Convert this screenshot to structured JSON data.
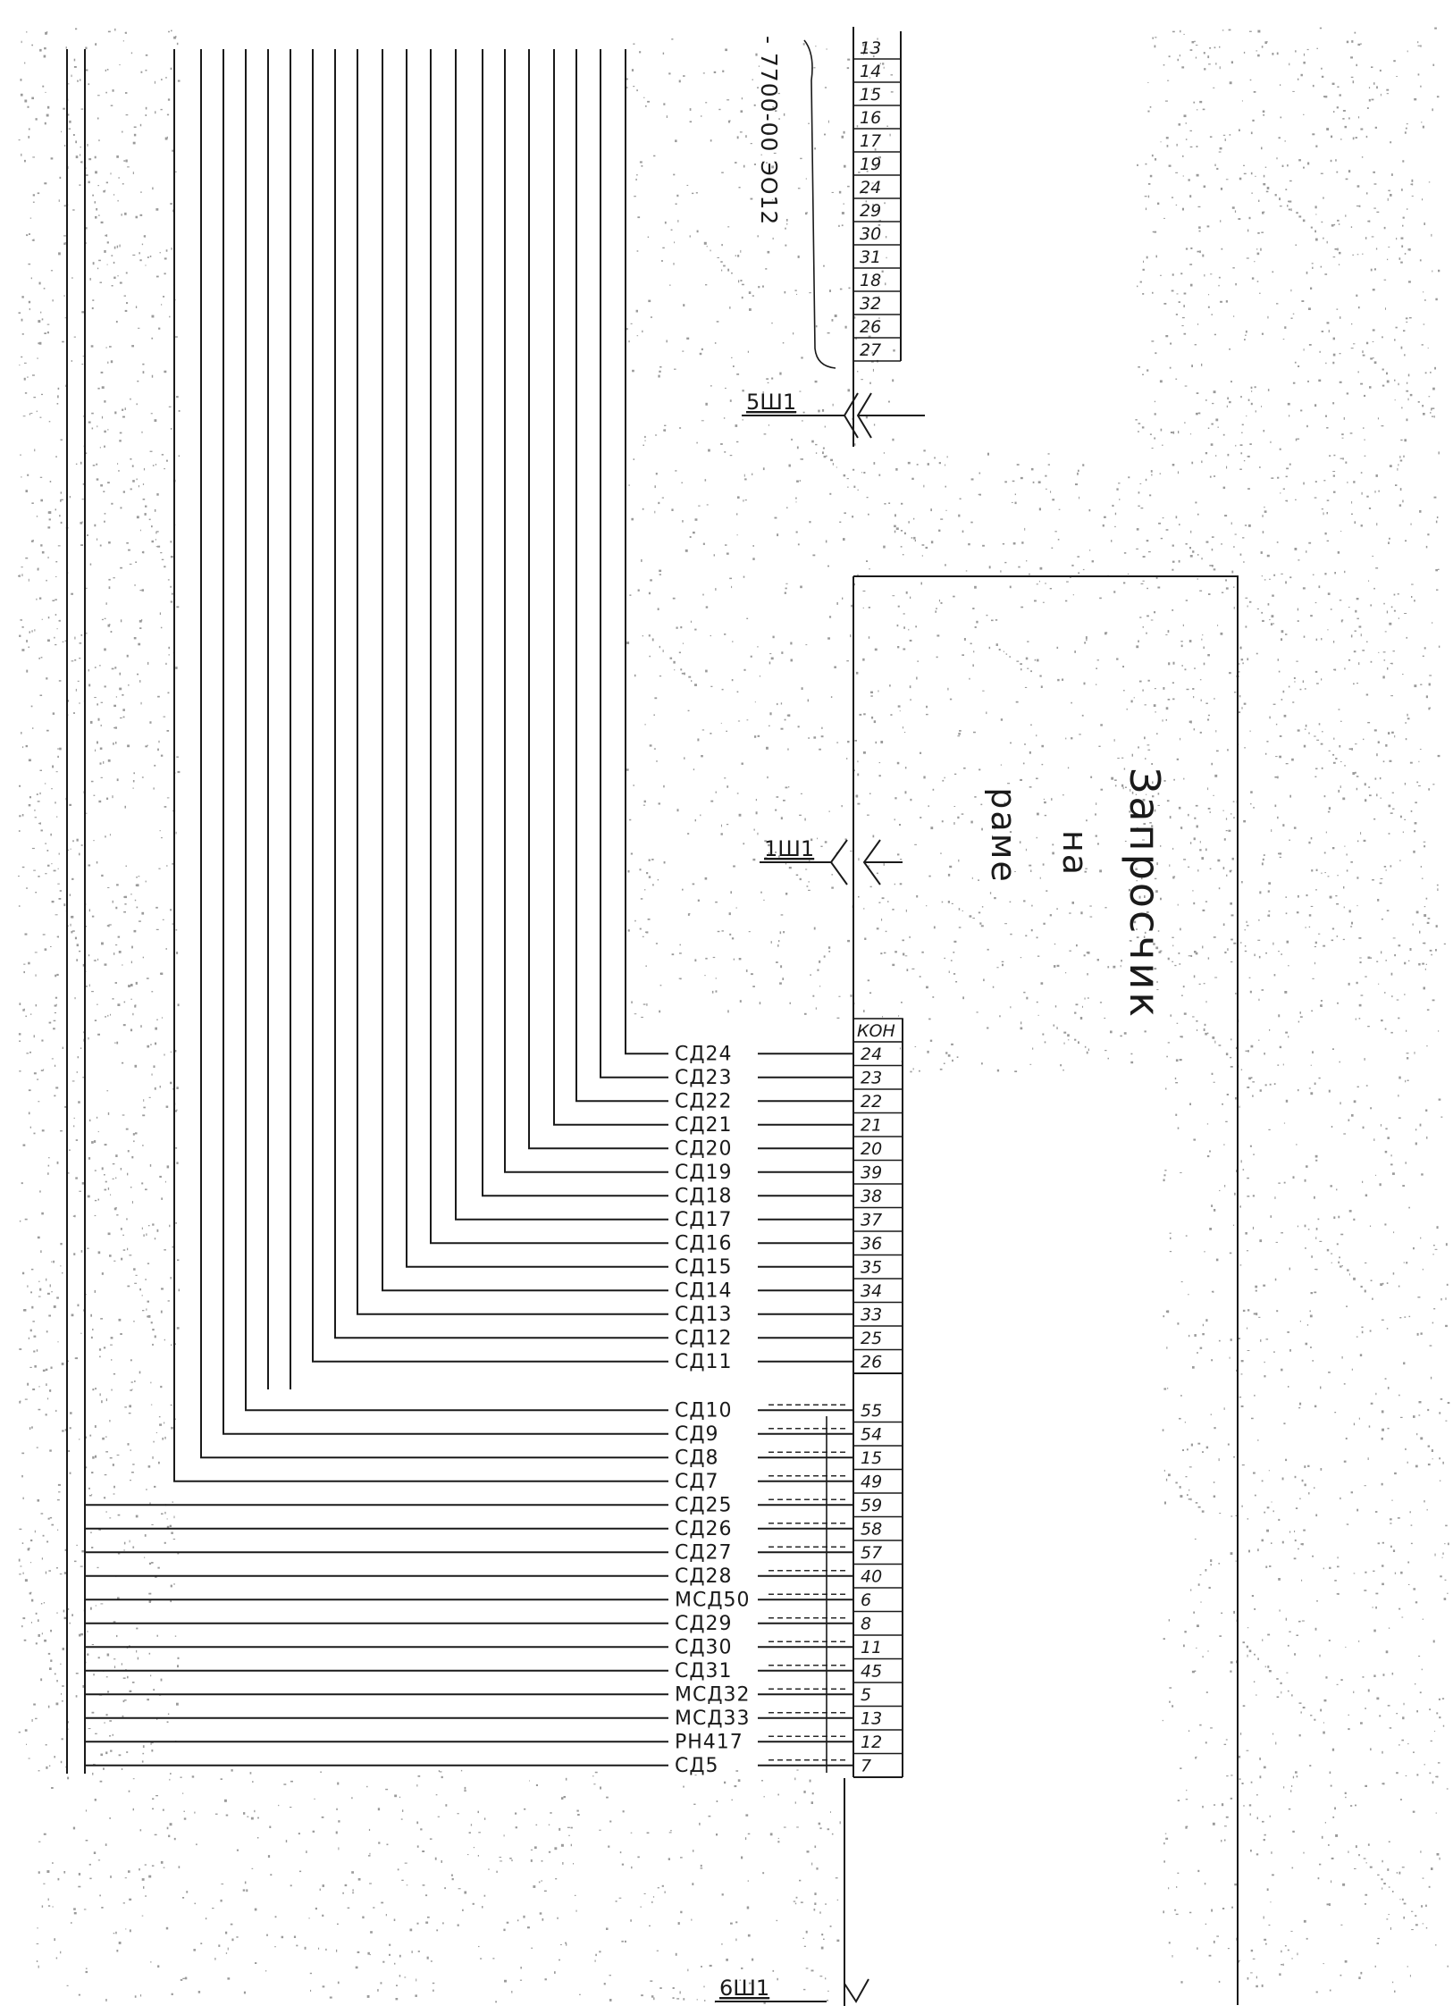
{
  "document_number": "- 7700-00 ЭО12",
  "block": {
    "title": "Запросчик",
    "line2": "на",
    "line3": "раме"
  },
  "connectors": {
    "c5": "5Ш1",
    "c1": "1Ш1",
    "c6": "6Ш1"
  },
  "top_pins": [
    "13",
    "14",
    "15",
    "16",
    "17",
    "19",
    "24",
    "29",
    "30",
    "31",
    "18",
    "32",
    "26",
    "27"
  ],
  "kon_header": "КОН",
  "signals_group1": [
    {
      "label": "СД24",
      "pin": "24"
    },
    {
      "label": "СД23",
      "pin": "23"
    },
    {
      "label": "СД22",
      "pin": "22"
    },
    {
      "label": "СД21",
      "pin": "21"
    },
    {
      "label": "СД20",
      "pin": "20"
    },
    {
      "label": "СД19",
      "pin": "39"
    },
    {
      "label": "СД18",
      "pin": "38"
    },
    {
      "label": "СД17",
      "pin": "37"
    },
    {
      "label": "СД16",
      "pin": "36"
    },
    {
      "label": "СД15",
      "pin": "35"
    },
    {
      "label": "СД14",
      "pin": "34"
    },
    {
      "label": "СД13",
      "pin": "33"
    },
    {
      "label": "СД12",
      "pin": "25"
    },
    {
      "label": "СД11",
      "pin": "26"
    }
  ],
  "signals_group2": [
    {
      "label": "СД10",
      "pin": "55"
    },
    {
      "label": "СД9",
      "pin": "54"
    },
    {
      "label": "СД8",
      "pin": "15"
    },
    {
      "label": "СД7",
      "pin": "49"
    },
    {
      "label": "СД25",
      "pin": "59"
    },
    {
      "label": "СД26",
      "pin": "58"
    },
    {
      "label": "СД27",
      "pin": "57"
    },
    {
      "label": "СД28",
      "pin": "40"
    },
    {
      "label": "МСД50",
      "pin": "6"
    },
    {
      "label": "СД29",
      "pin": "8"
    },
    {
      "label": "СД30",
      "pin": "11"
    },
    {
      "label": "СД31",
      "pin": "45"
    },
    {
      "label": "МСД32",
      "pin": "5"
    },
    {
      "label": "МСД33",
      "pin": "13"
    },
    {
      "label": "РН417",
      "pin": "12"
    },
    {
      "label": "СД5",
      "pin": "7"
    }
  ]
}
